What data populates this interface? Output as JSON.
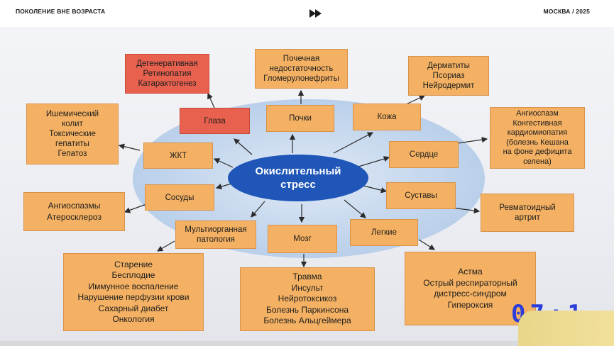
{
  "header": {
    "left": "ПОКОЛЕНИЕ ВНЕ ВОЗРАСТА",
    "right": "МОСКВА / 2025"
  },
  "center": "Окислительный\nстресс",
  "organs": {
    "eyes": "Глаза",
    "kidneys": "Почки",
    "skin": "Кожа",
    "heart": "Сердце",
    "joints": "Суставы",
    "lungs": "Легкие",
    "brain": "Мозг",
    "multiorgan": "Мультиорганная\nпатология",
    "vessels": "Сосуды",
    "git": "ЖКТ"
  },
  "conditions": {
    "eyes": "Дегенеративная\nРетинопатия\nКатарактогенез",
    "kidneys": "Почечная\nнедостаточность\nГломерулонефриты",
    "skin": "Дерматиты\nПсориаз\nНейродермит",
    "heart": "Ангиоспазм\nКонгестивная\nкардиомиопатия\n(болезнь Кешана\nна фоне дефицита\nселена)",
    "joints": "Ревматоидный\nартрит",
    "lungs": "Астма\nОстрый респираторный\nдистресс-синдром\nГипероксия",
    "brain": "Травма\nИнсульт\nНейротоксикоз\nБолезнь Паркинсона\nБолезнь Альцгеймера",
    "multiorgan": "Старение\nБесплодие\nИммунное воспаление\nНарушение перфузии крови\nСахарный диабет\nОнкология",
    "vessels": "Ангиоспазмы\nАтеросклероз",
    "git": "Ишемический\nколит\nТоксические\nгепатиты\nГепатоз"
  },
  "timer": "07:1",
  "colors": {
    "box": "#f4b163",
    "box_highlight": "#e8614e",
    "center": "#1f56b8",
    "ellipse": "#bfd3ec"
  }
}
